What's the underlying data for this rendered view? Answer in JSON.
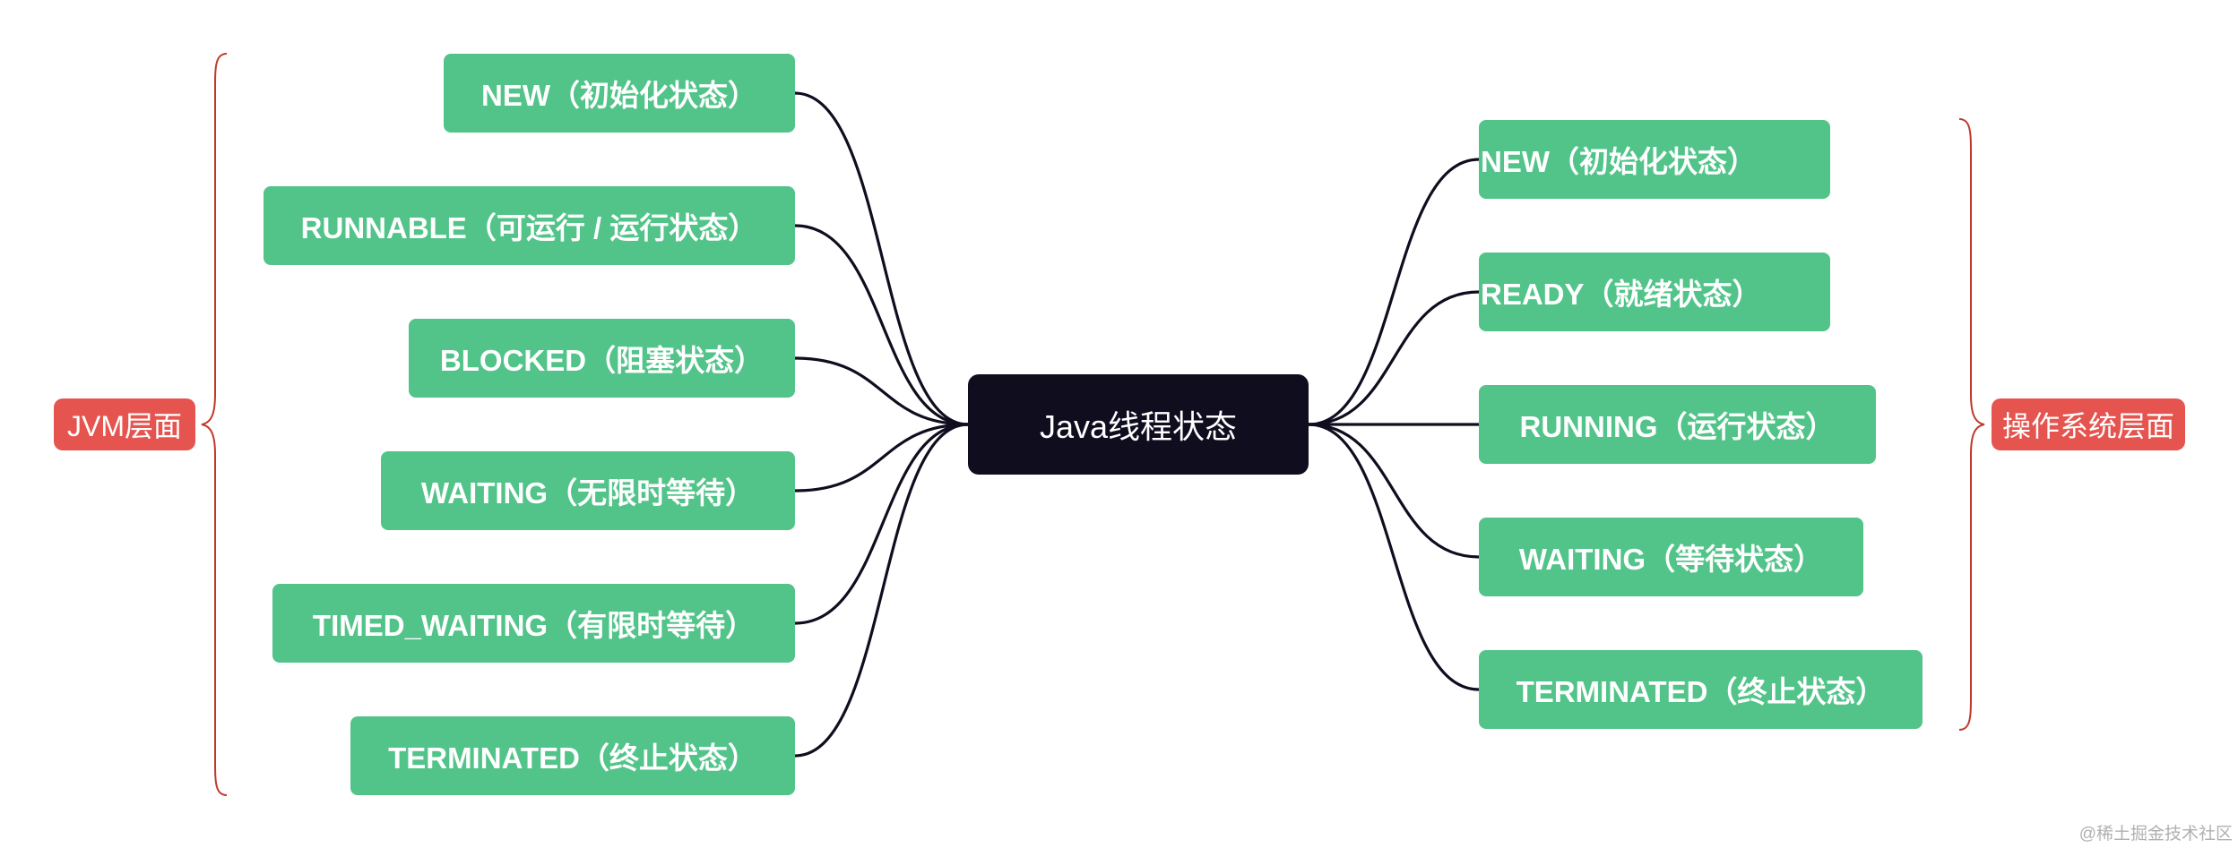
{
  "center": {
    "label": "Java线程状态"
  },
  "left_group": {
    "label": "JVM层面",
    "nodes": [
      "NEW（初始化状态）",
      "RUNNABLE（可运行 / 运行状态）",
      "BLOCKED（阻塞状态）",
      "WAITING（无限时等待）",
      "TIMED_WAITING（有限时等待）",
      "TERMINATED（终止状态）"
    ]
  },
  "right_group": {
    "label": "操作系统层面",
    "nodes": [
      "NEW（初始化状态）",
      "READY（就绪状态）",
      "RUNNING（运行状态）",
      "WAITING（等待状态）",
      "TERMINATED（终止状态）"
    ]
  },
  "watermark": "@稀土掘金技术社区",
  "colors": {
    "node_fill": "#52c48a",
    "center_fill": "#0f0d1e",
    "tag_fill": "#e5544f",
    "connector": "#0f0d1e",
    "brace": "#c0392b"
  }
}
